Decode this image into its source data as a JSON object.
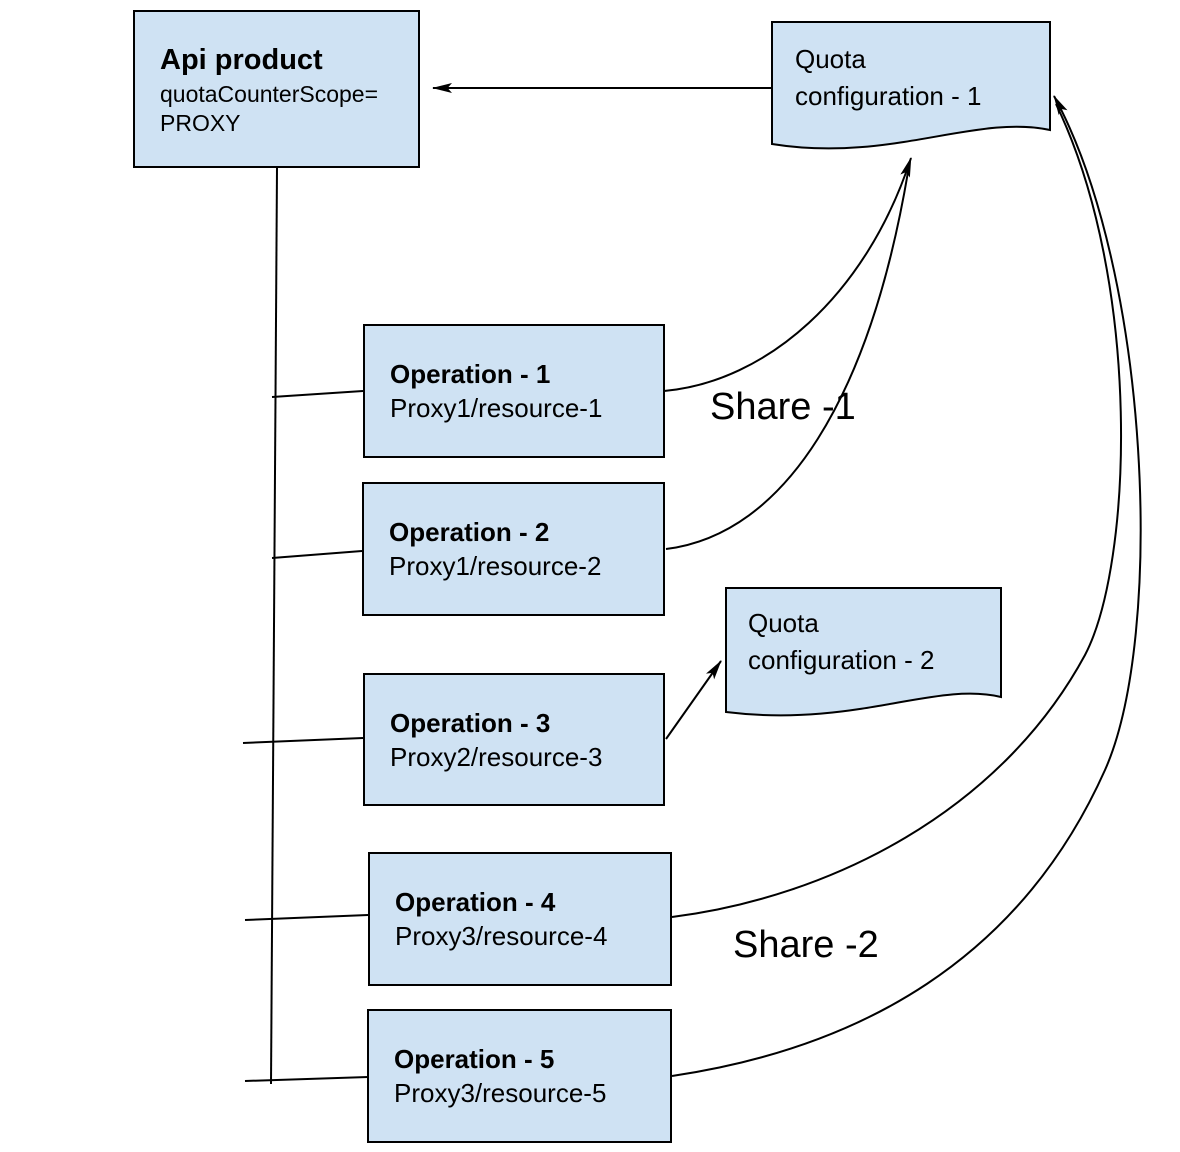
{
  "diagram": {
    "api_product": {
      "title": "Api product",
      "attr_line1": "quotaCounterScope=",
      "attr_line2": "PROXY"
    },
    "quota_config_1": {
      "line1": "Quota",
      "line2": "configuration - 1"
    },
    "quota_config_2": {
      "line1": "Quota",
      "line2": "configuration - 2"
    },
    "operations": [
      {
        "title": "Operation - 1",
        "subtitle": "Proxy1/resource-1"
      },
      {
        "title": "Operation - 2",
        "subtitle": "Proxy1/resource-2"
      },
      {
        "title": "Operation - 3",
        "subtitle": "Proxy2/resource-3"
      },
      {
        "title": "Operation - 4",
        "subtitle": "Proxy3/resource-4"
      },
      {
        "title": "Operation - 5",
        "subtitle": "Proxy3/resource-5"
      }
    ],
    "labels": {
      "share_1": "Share -1",
      "share_2": "Share -2"
    },
    "colors": {
      "shape_fill": "#cfe2f3",
      "shape_border": "#000000",
      "connector": "#000000",
      "background": "#ffffff"
    }
  }
}
